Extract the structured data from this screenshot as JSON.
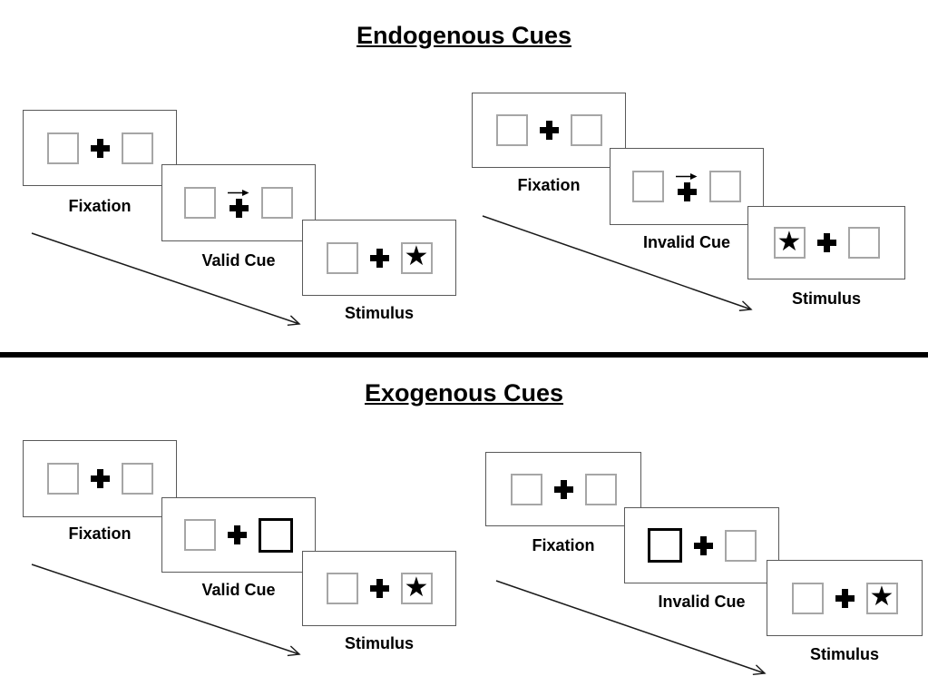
{
  "sections": [
    {
      "title": "Endogenous Cues"
    },
    {
      "title": "Exogenous Cues"
    }
  ],
  "glyphs": {
    "star": "★"
  },
  "colors": {
    "background": "#ffffff",
    "ink": "#000000",
    "card_border": "#595959",
    "box_border": "#a6a6a6",
    "cue_box_border": "#000000",
    "divider": "#000000"
  },
  "panels": [
    {
      "id": "endogenous-valid",
      "section": "Endogenous Cues",
      "cue_style": "central-arrow-pointing-right",
      "stimulus_side": "right",
      "cards": [
        {
          "label": "Fixation"
        },
        {
          "label": "Valid Cue"
        },
        {
          "label": "Stimulus"
        }
      ]
    },
    {
      "id": "endogenous-invalid",
      "section": "Endogenous Cues",
      "cue_style": "central-arrow-pointing-right",
      "stimulus_side": "left",
      "cards": [
        {
          "label": "Fixation"
        },
        {
          "label": "Invalid Cue"
        },
        {
          "label": "Stimulus"
        }
      ]
    },
    {
      "id": "exogenous-valid",
      "section": "Exogenous Cues",
      "cue_style": "right-box-highlighted",
      "stimulus_side": "right",
      "cards": [
        {
          "label": "Fixation"
        },
        {
          "label": "Valid Cue"
        },
        {
          "label": "Stimulus"
        }
      ]
    },
    {
      "id": "exogenous-invalid",
      "section": "Exogenous Cues",
      "cue_style": "left-box-highlighted",
      "stimulus_side": "right",
      "cards": [
        {
          "label": "Fixation"
        },
        {
          "label": "Invalid Cue"
        },
        {
          "label": "Stimulus"
        }
      ]
    }
  ]
}
